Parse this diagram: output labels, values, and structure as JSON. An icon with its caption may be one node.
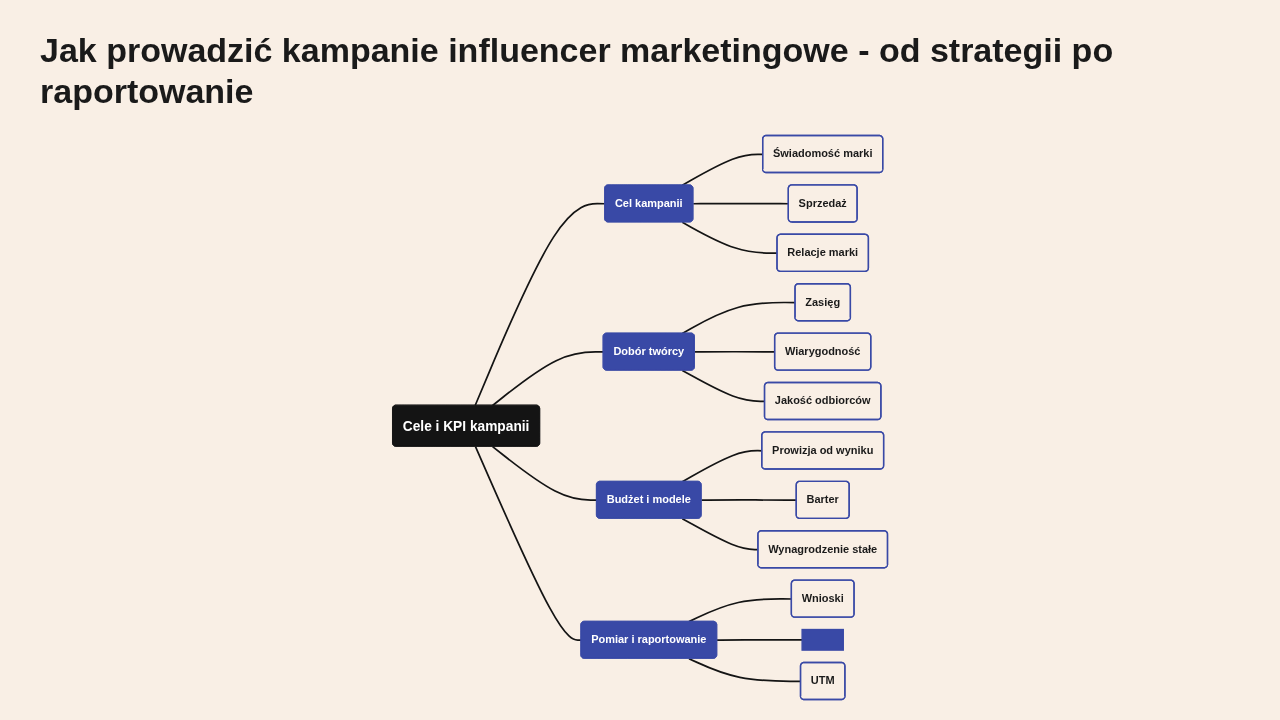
{
  "diagram": {
    "title": "Jak prowadzić kampanie influencer marketingowe - od strategii po raportowanie",
    "nodes": [
      {
        "text": [
          "Cele i KPI kampanii"
        ]
      },
      {
        "text": [
          "Cel kampanii"
        ]
      },
      {
        "text": [
          "Świadomość marki"
        ]
      },
      {
        "text": [
          "Sprzedaż"
        ]
      },
      {
        "text": [
          "Relacje marki"
        ]
      },
      {
        "text": [
          "Dobór twórcy"
        ]
      },
      {
        "text": [
          "Zasięg"
        ]
      },
      {
        "text": [
          "Wiarygodność"
        ]
      },
      {
        "text": [
          "Jakość odbiorców"
        ]
      },
      {
        "text": [
          "Budżet i modele"
        ]
      },
      {
        "text": [
          "Prowizja od wyniku"
        ]
      },
      {
        "text": [
          "Barter"
        ]
      },
      {
        "text": [
          "Wynagrodzenie stałe"
        ]
      },
      {
        "text": [
          "Pomiar i raportowanie"
        ]
      },
      {
        "text": [
          "Wnioski"
        ]
      },
      {
        "text": [],
        "shape": "bar"
      },
      {
        "text": [
          "UTM"
        ]
      }
    ],
    "edges": [
      {
        "from": 0,
        "to": 1,
        "arrow": "none"
      },
      {
        "from": 1,
        "to": 2,
        "arrow": "none"
      },
      {
        "from": 1,
        "to": 3,
        "arrow": "none"
      },
      {
        "from": 1,
        "to": 4,
        "arrow": "none"
      },
      {
        "from": 0,
        "to": 5,
        "arrow": "none"
      },
      {
        "from": 5,
        "to": 6,
        "arrow": "none"
      },
      {
        "from": 5,
        "to": 7,
        "arrow": "none"
      },
      {
        "from": 5,
        "to": 8,
        "arrow": "none"
      },
      {
        "from": 0,
        "to": 9,
        "arrow": "none"
      },
      {
        "from": 9,
        "to": 10,
        "arrow": "none"
      },
      {
        "from": 9,
        "to": 11,
        "arrow": "none"
      },
      {
        "from": 9,
        "to": 12,
        "arrow": "none"
      },
      {
        "from": 0,
        "to": 13,
        "arrow": "none"
      },
      {
        "from": 13,
        "to": 14,
        "arrow": "none"
      },
      {
        "from": 13,
        "to": 15,
        "arrow": "none"
      },
      {
        "from": 13,
        "to": 16,
        "arrow": "none"
      }
    ]
  }
}
